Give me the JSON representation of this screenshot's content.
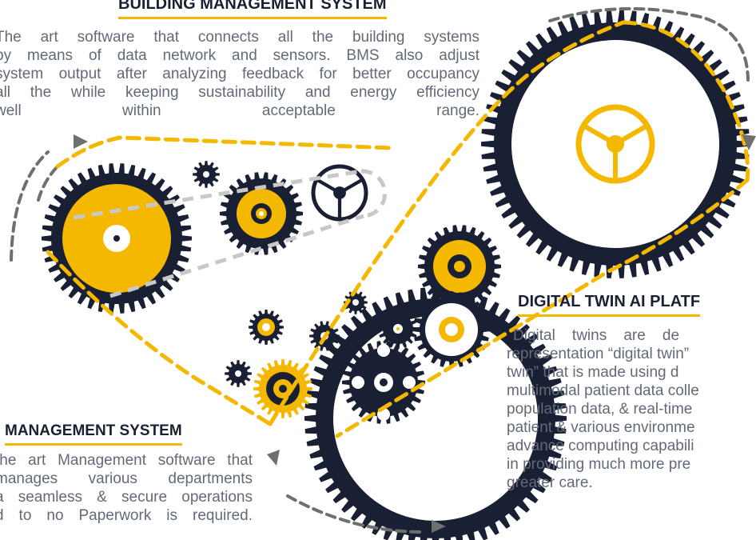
{
  "bms": {
    "title": "BUILDING MANAGEMENT SYSTEM",
    "lines": [
      "The art software that connects all the building systems",
      "by means of data network and sensors. BMS also adjust",
      "system output after analyzing feedback for better occupancy",
      "all the while keeping sustainability and energy efficiency",
      "well within acceptable range."
    ]
  },
  "digital_twin": {
    "title": "DIGITAL TWIN AI PLATF",
    "lines": [
      "Digital    twins    are    de",
      "representation “digital twin”",
      "twin” that is made  using d",
      "multimodal patient data colle",
      "population data, & real-time",
      "patient & various environme",
      "advance computing capabili",
      "in providing much more pre",
      "greater care."
    ]
  },
  "hms": {
    "title": "MANAGEMENT SYSTEM",
    "lines": [
      "the art Management software that",
      "manages various  departments",
      "a seamless & secure operations",
      "d to no Paperwork is required."
    ]
  },
  "colors": {
    "navy": "#1a2033",
    "yellow": "#f5b800",
    "gray_dash": "#c8c8c8",
    "dark_dash": "#6f6f6f",
    "text": "#626a78"
  },
  "icons": [
    "gear-icon",
    "steering-wheel-icon",
    "arrowhead-icon"
  ]
}
